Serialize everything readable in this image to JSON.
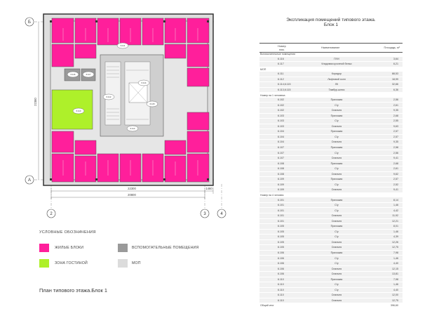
{
  "plan": {
    "axis_labels": {
      "b": "Б",
      "a": "А",
      "c2": "2",
      "c3": "3",
      "c4": "4"
    },
    "dimensions": {
      "width_total": "22300",
      "width_inner": "20800",
      "height_total": "22380",
      "edge_small": "1460"
    },
    "room_labels": [
      "6.111",
      "6.110",
      "6.112",
      "6.113",
      "6.114",
      "6.115",
      "6.116",
      "6.117"
    ],
    "caption": "План типового этажа.Блок 1"
  },
  "legend": {
    "title": "УСЛОВНЫЕ ОБОЗНАЧЕНИЯ",
    "items": [
      {
        "label": "ЖИЛЫЕ БЛОКИ",
        "color": "#ff1f9b"
      },
      {
        "label": "ЗОНА ГОСТИНОЙ",
        "color": "#aef02a"
      },
      {
        "label": "ВСПОМОГАТЕЛЬНЫЕ ПОМЕЩЕНИЯ",
        "color": "#9a9a9a"
      },
      {
        "label": "МОП",
        "color": "#dcdcdc"
      }
    ]
  },
  "explication": {
    "title_line1": "Экспликация помещений типового этажа.",
    "title_line2": "Блок 1",
    "header": {
      "num": "Номер",
      "num2": "пом.",
      "name": "Наименование",
      "area": "Площадь, м²"
    },
    "rows": [
      {
        "type": "section",
        "name": "Вспомогательные помещения"
      },
      {
        "type": "item",
        "num": "6.116",
        "name": "ПУИ",
        "area": "3,64"
      },
      {
        "type": "item",
        "num": "6.117",
        "name": "Кладовая кухонной бельи",
        "area": "6,21"
      },
      {
        "type": "section",
        "name": "МОП"
      },
      {
        "type": "item",
        "num": "6.111",
        "name": "Коридор",
        "area": "88,53"
      },
      {
        "type": "item",
        "num": "6.112",
        "name": "Лифтовой холл",
        "area": "18,99"
      },
      {
        "type": "item",
        "num": "6.114,6.115",
        "name": "ЛК",
        "area": "32,66"
      },
      {
        "type": "item",
        "num": "6.113,6.115",
        "name": "Тамбур-шлюз",
        "area": "6,36"
      },
      {
        "type": "section",
        "name": "Номер на 1 человека"
      },
      {
        "type": "item",
        "num": "6.102",
        "name": "Прихожая",
        "area": "2,56"
      },
      {
        "type": "item",
        "num": "6.102",
        "name": "С/у",
        "area": "2,61"
      },
      {
        "type": "item",
        "num": "6.102",
        "name": "Спальня",
        "area": "9,35"
      },
      {
        "type": "item",
        "num": "6.103",
        "name": "Прихожая",
        "area": "2,68"
      },
      {
        "type": "item",
        "num": "6.103",
        "name": "С/у",
        "area": "2,55"
      },
      {
        "type": "item",
        "num": "6.103",
        "name": "Спальня",
        "area": "9,63"
      },
      {
        "type": "item",
        "num": "6.104",
        "name": "Прихожая",
        "area": "2,57"
      },
      {
        "type": "item",
        "num": "6.104",
        "name": "С/у",
        "area": "2,57"
      },
      {
        "type": "item",
        "num": "6.104",
        "name": "Спальня",
        "area": "9,35"
      },
      {
        "type": "item",
        "num": "6.107",
        "name": "Прихожая",
        "area": "2,58"
      },
      {
        "type": "item",
        "num": "6.107",
        "name": "С/у",
        "area": "2,56"
      },
      {
        "type": "item",
        "num": "6.107",
        "name": "Спальня",
        "area": "9,41"
      },
      {
        "type": "item",
        "num": "6.108",
        "name": "Прихожая",
        "area": "2,68"
      },
      {
        "type": "item",
        "num": "6.108",
        "name": "С/у",
        "area": "2,61"
      },
      {
        "type": "item",
        "num": "6.108",
        "name": "Спальня",
        "area": "9,62"
      },
      {
        "type": "item",
        "num": "6.109",
        "name": "Прихожая",
        "area": "2,57"
      },
      {
        "type": "item",
        "num": "6.109",
        "name": "С/у",
        "area": "2,52"
      },
      {
        "type": "item",
        "num": "6.109",
        "name": "Спальня",
        "area": "9,41"
      },
      {
        "type": "section",
        "name": "Номер на 4 человек"
      },
      {
        "type": "item",
        "num": "6.101",
        "name": "Прихожая",
        "area": "8,14"
      },
      {
        "type": "item",
        "num": "6.101",
        "name": "С/у",
        "area": "1,46"
      },
      {
        "type": "item",
        "num": "6.101",
        "name": "С/у",
        "area": "4,42"
      },
      {
        "type": "item",
        "num": "6.101",
        "name": "Спальня",
        "area": "11,92"
      },
      {
        "type": "item",
        "num": "6.101",
        "name": "Спальня",
        "area": "12,21"
      },
      {
        "type": "item",
        "num": "6.105",
        "name": "Прихожая",
        "area": "8,01"
      },
      {
        "type": "item",
        "num": "6.105",
        "name": "С/у",
        "area": "1,46"
      },
      {
        "type": "item",
        "num": "6.105",
        "name": "С/у",
        "area": "4,39"
      },
      {
        "type": "item",
        "num": "6.105",
        "name": "Спальня",
        "area": "12,26"
      },
      {
        "type": "item",
        "num": "6.105",
        "name": "Спальня",
        "area": "12,75"
      },
      {
        "type": "item",
        "num": "6.106",
        "name": "Прихожая",
        "area": "7,98"
      },
      {
        "type": "item",
        "num": "6.106",
        "name": "С/у",
        "area": "1,46"
      },
      {
        "type": "item",
        "num": "6.106",
        "name": "С/у",
        "area": "4,40"
      },
      {
        "type": "item",
        "num": "6.106",
        "name": "Спальня",
        "area": "12,15"
      },
      {
        "type": "item",
        "num": "6.106",
        "name": "Спальня",
        "area": "13,81"
      },
      {
        "type": "item",
        "num": "6.110",
        "name": "Прихожая",
        "area": "7,98"
      },
      {
        "type": "item",
        "num": "6.110",
        "name": "С/у",
        "area": "1,46"
      },
      {
        "type": "item",
        "num": "6.110",
        "name": "С/у",
        "area": "4,40"
      },
      {
        "type": "item",
        "num": "6.110",
        "name": "Спальня",
        "area": "12,00"
      },
      {
        "type": "item",
        "num": "6.110",
        "name": "Спальня",
        "area": "12,75"
      },
      {
        "type": "section",
        "name": "Общий итог",
        "area": "396,60"
      }
    ]
  }
}
